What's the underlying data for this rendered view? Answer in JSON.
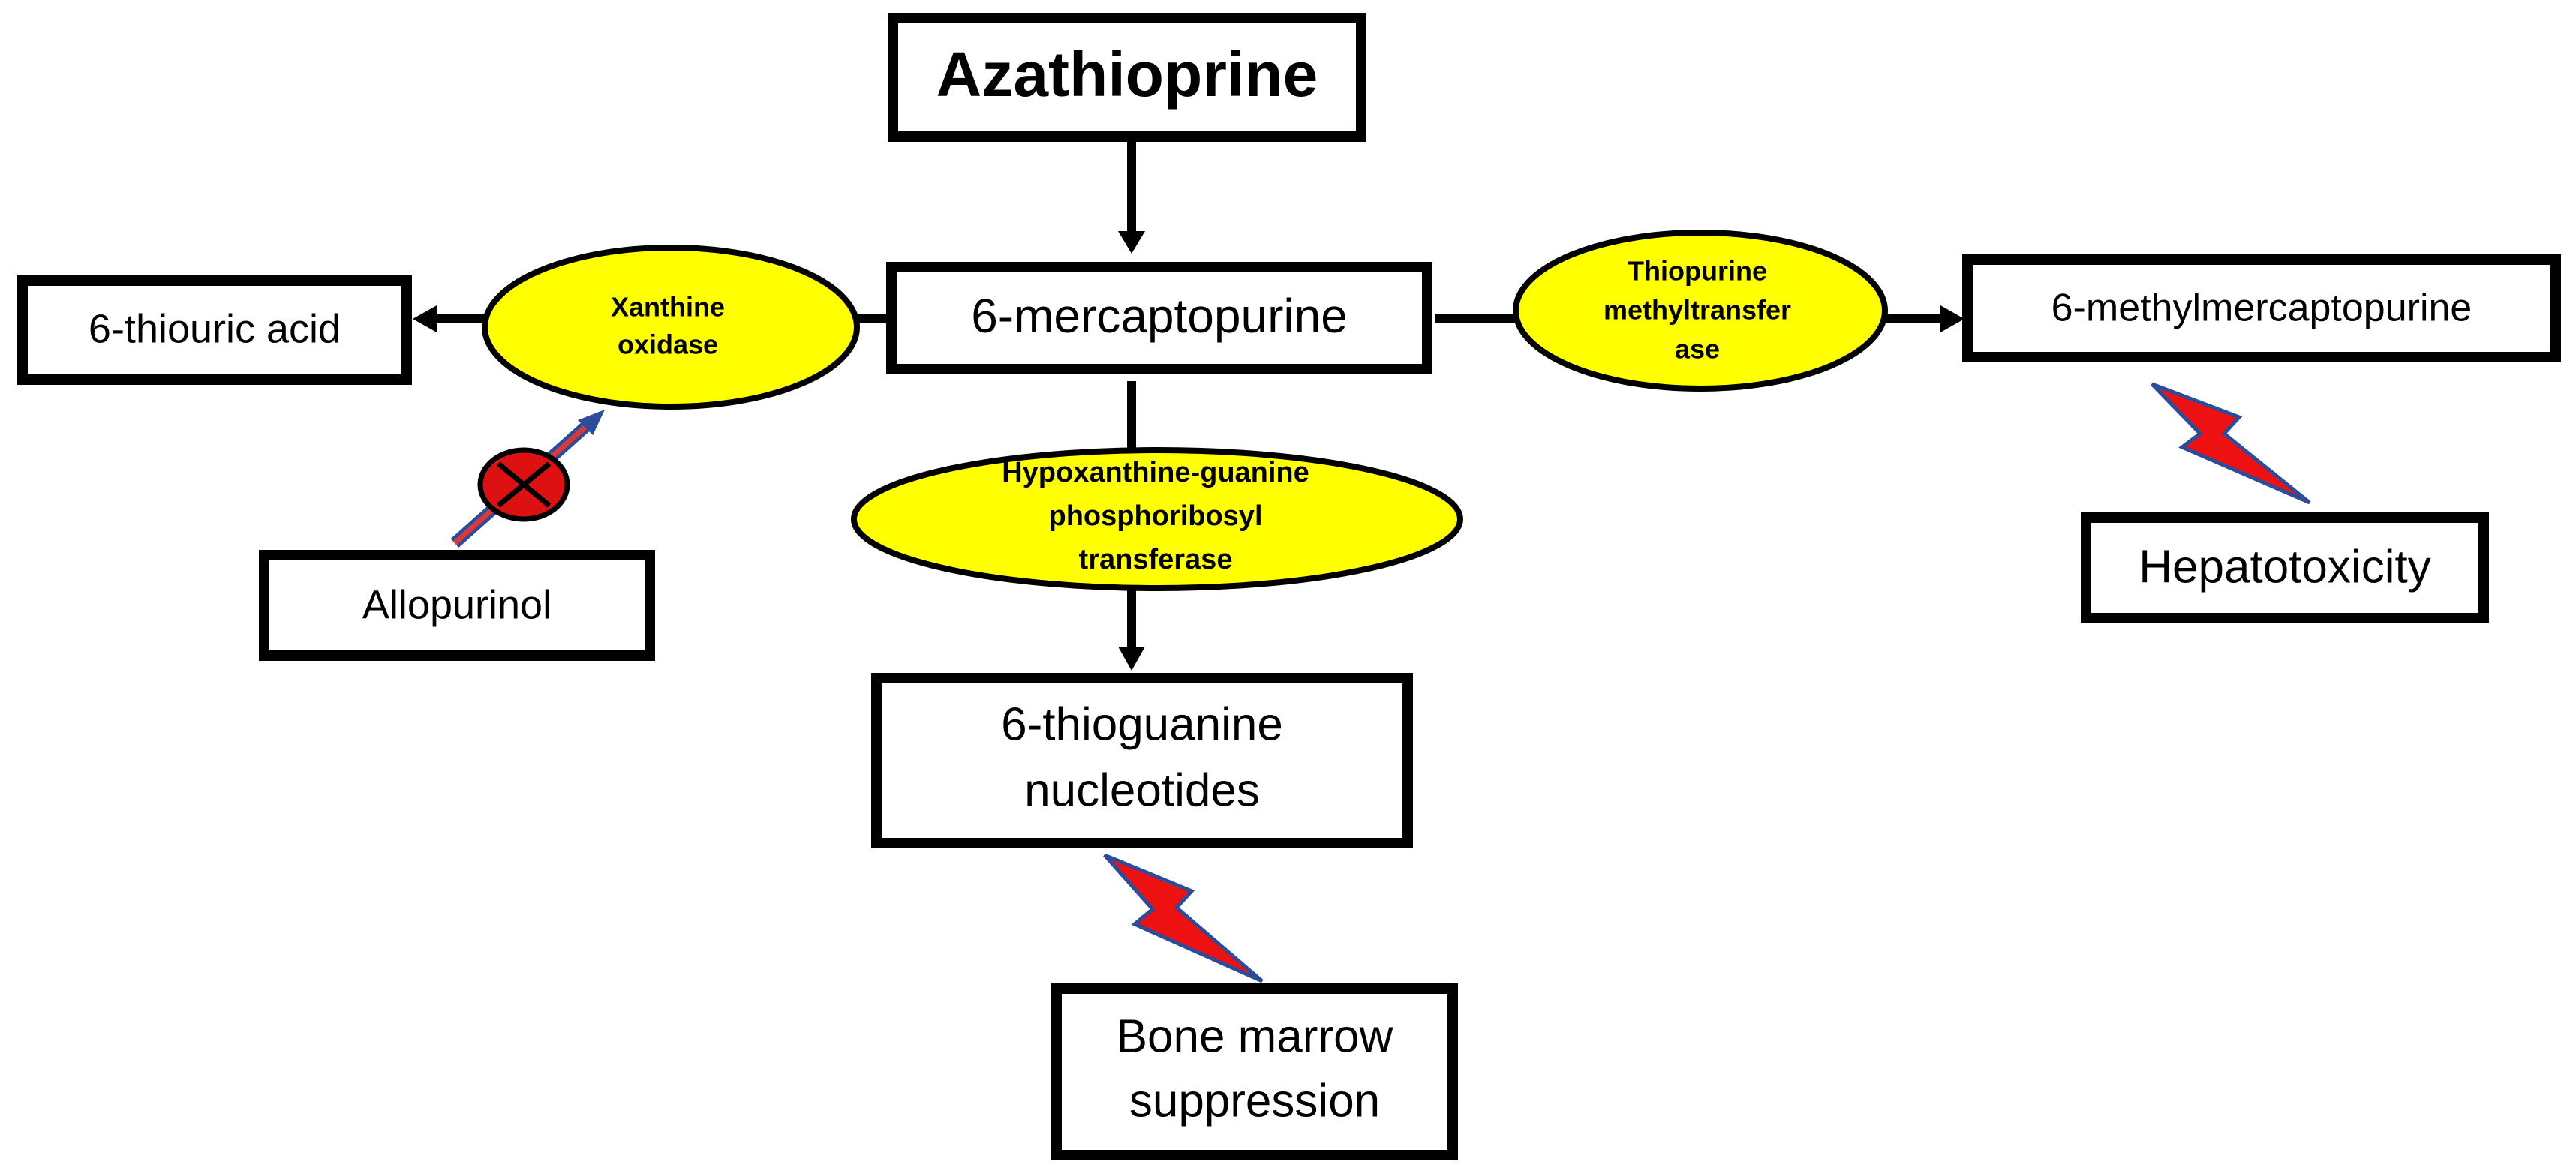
{
  "nodes": {
    "azathioprine": "Azathioprine",
    "mercaptopurine": "6-mercaptopurine",
    "thiouric_acid": "6-thiouric acid",
    "methylmercaptopurine": "6-methylmercaptopurine",
    "thioguanine_line1": "6-thioguanine",
    "thioguanine_line2": "nucleotides",
    "allopurinol": "Allopurinol",
    "hepatotoxicity": "Hepatotoxicity",
    "bone_marrow_line1": "Bone marrow",
    "bone_marrow_line2": "suppression"
  },
  "enzymes": {
    "xanthine_oxidase_line1": "Xanthine",
    "xanthine_oxidase_line2": "oxidase",
    "tpmt_line1": "Thiopurine",
    "tpmt_line2": "methyltransfer",
    "tpmt_line3": "ase",
    "hgprt_line1": "Hypoxanthine-guanine",
    "hgprt_line2": "phosphoribosyl",
    "hgprt_line3": "transferase"
  },
  "colors": {
    "enzyme_fill": "#ffff00",
    "toxicity_bolt": "#ee1111",
    "bolt_outline": "#2b4c9a",
    "inhibition_symbol": "#dd1111"
  },
  "icons": {
    "toxicity": "lightning-bolt-icon",
    "inhibition": "crossed-circle-icon"
  }
}
